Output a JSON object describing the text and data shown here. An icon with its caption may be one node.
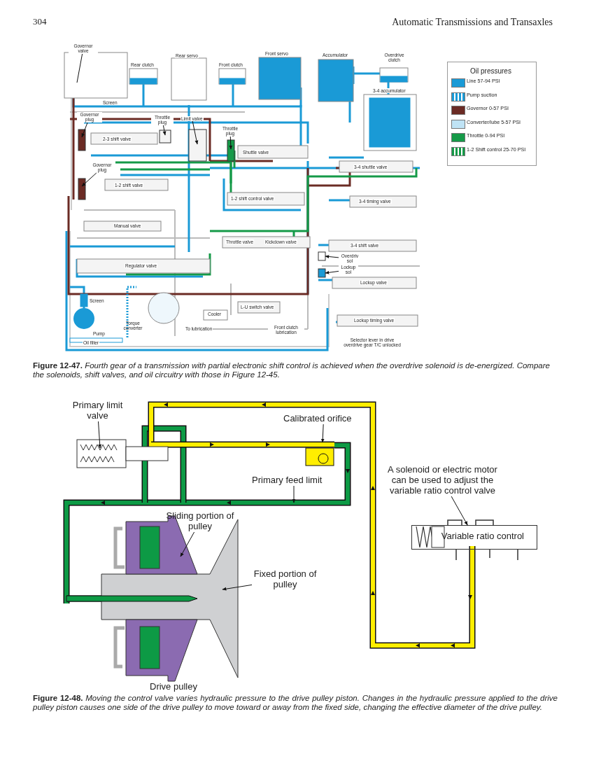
{
  "diagram": {
    "nodes": [
      {
        "text": [
          "Governor valve"
        ]
      },
      {
        "text": [
          "Governor plug"
        ]
      },
      {
        "text": [
          "Throttle plug"
        ]
      },
      {
        "text": [
          "Limit valve"
        ]
      },
      {
        "text": [
          "Throttle plug"
        ]
      },
      {
        "text": [
          "Governor plug"
        ]
      },
      {
        "text": [
          "Overdriv sol"
        ]
      },
      {
        "text": [
          "Lockup sol"
        ]
      },
      {
        "text": [
          "Primary limit valve"
        ]
      },
      {
        "text": [
          "Calibrated orifice"
        ]
      },
      {
        "text": [
          "Primary feed limit"
        ]
      },
      {
        "text": [
          "A solenoid or electric motor can be used to adjust the variable ratio control valve"
        ]
      },
      {
        "text": [
          "Sliding portion of pulley"
        ]
      },
      {
        "text": [
          "Fixed portion of pulley"
        ]
      },
      {
        "text": [
          "Variable ratio control"
        ]
      },
      {
        "text": [],
        "shape": "box"
      },
      {
        "text": [],
        "shape": "box"
      },
      {
        "text": [],
        "shape": "box"
      },
      {
        "text": [],
        "shape": "box"
      },
      {
        "text": [],
        "shape": "box"
      },
      {
        "text": [],
        "shape": "box"
      },
      {
        "text": [],
        "shape": "box"
      },
      {
        "text": [],
        "shape": "picture"
      },
      {
        "text": [],
        "shape": "picture"
      }
    ],
    "edges": [
      {
        "from": 0,
        "to": null,
        "arrow": "none"
      },
      {
        "from": 1,
        "to": 15,
        "arrow": "to"
      },
      {
        "from": 2,
        "to": 16,
        "arrow": "to"
      },
      {
        "from": 3,
        "to": 17,
        "arrow": "to"
      },
      {
        "from": 4,
        "to": 18,
        "arrow": "to"
      },
      {
        "from": 5,
        "to": 19,
        "arrow": "to"
      },
      {
        "from": 6,
        "to": 20,
        "arrow": "to"
      },
      {
        "from": 7,
        "to": 21,
        "arrow": "to"
      },
      {
        "from": 8,
        "to": null,
        "arrow": "to"
      },
      {
        "from": 9,
        "to": null,
        "arrow": "to"
      },
      {
        "from": 10,
        "to": null,
        "arrow": "to"
      },
      {
        "from": 11,
        "to": 14,
        "arrow": "to"
      },
      {
        "from": 12,
        "to": 22,
        "arrow": "to"
      },
      {
        "from": 13,
        "to": 23,
        "arrow": "to"
      }
    ],
    "labels": [
      "304",
      "Automatic Transmissions and Transaxles",
      "Rear clutch",
      "Rear servo",
      "Front clutch",
      "Front servo",
      "Accumulator",
      "Overdrive clutch",
      "3-4 accumulator",
      "Screen",
      "2-3 shift valve",
      "Shuttle valve",
      "3-4 shuttle valve",
      "1-2 shift valve",
      "1-2 shift control valve",
      "3-4 timing valve",
      "Manual valve",
      "Throttle valve",
      "Kickdown valve",
      "3-4 shift valve",
      "Regulator valve",
      "Lockup valve",
      "Screen",
      "L-U switch valve",
      "Cooler",
      "Torque converter",
      "To lubrication",
      "Front clutch lubrication",
      "Lockup timing valve",
      "Pump",
      "Oil filter",
      "Selector lever in drive overdrive gear T/C unlocked",
      "Oil pressures",
      "**Figure 12-47.** *Fourth gear of a transmission with partial electronic shift control is achieved when the overdrive solenoid is de-energized. Compare the solenoids, shift valves, and oil circuitry with those in Figure 12-45.*",
      "Drive pulley",
      "**Figure 12-48.** *Moving the control valve varies hydraulic pressure to the drive pulley piston. Changes in the hydraulic pressure applied to the drive pulley piston causes one side of the drive pulley to move toward or away from the fixed side, changing the effective diameter of the drive pulley.*"
    ],
    "legend": [
      {
        "text": "Line 57-94 PSI",
        "color": "#1a9ad6"
      },
      {
        "text": "Pump suction"
      },
      {
        "text": "Governor 0-57 PSI",
        "color": "#6b2b24"
      },
      {
        "text": "Converter/lube 5-57 PSI",
        "color": "#bfe3f5"
      },
      {
        "text": "Throttle 0-94 PSI",
        "color": "#159a48"
      },
      {
        "text": "1-2 Shift control 25-70 PSI"
      }
    ]
  }
}
